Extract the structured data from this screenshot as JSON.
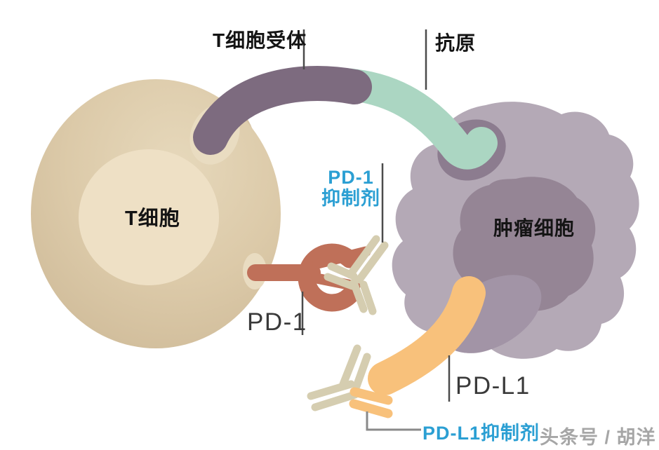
{
  "diagram": {
    "title_context": "PD-1 / PD-L1 immune checkpoint diagram",
    "labels": {
      "t_cell_receptor": "T细胞受体",
      "antigen": "抗原",
      "t_cell": "T细胞",
      "tumor_cell": "肿瘤细胞",
      "pd1_inhibitor_line1": "PD-1",
      "pd1_inhibitor_line2": "抑制剂",
      "pd1_receptor": "PD-1",
      "pdl1_ligand": "PD-L1",
      "pdl1_inhibitor": "PD-L1抑制剂",
      "watermark": "头条号 / 胡洋"
    },
    "colors": {
      "background": "#ffffff",
      "t_cell_body": "#d8c5a4",
      "t_cell_body_light": "#e6d8bb",
      "t_cell_nucleus": "#eee0c5",
      "membrane_patch": "#e9dcc1",
      "t_cell_receptor": "#7d6b7f",
      "antigen": "#abd6c2",
      "tumor_body": "#b4a9b6",
      "tumor_nucleus": "#958595",
      "tumor_socket": "#8c7c8f",
      "pdl1_socket": "#a294a6",
      "pd1_receptor": "#bf7059",
      "pdl1_ligand": "#f8c17b",
      "antibody": "#d5cdb0",
      "inhibitor_text": "#2b9fd3",
      "label_text": "#141414",
      "callout_line": "#4b4b4b",
      "connector_line": "#8a8a8a",
      "watermark_text": "#a6a6a6"
    }
  }
}
